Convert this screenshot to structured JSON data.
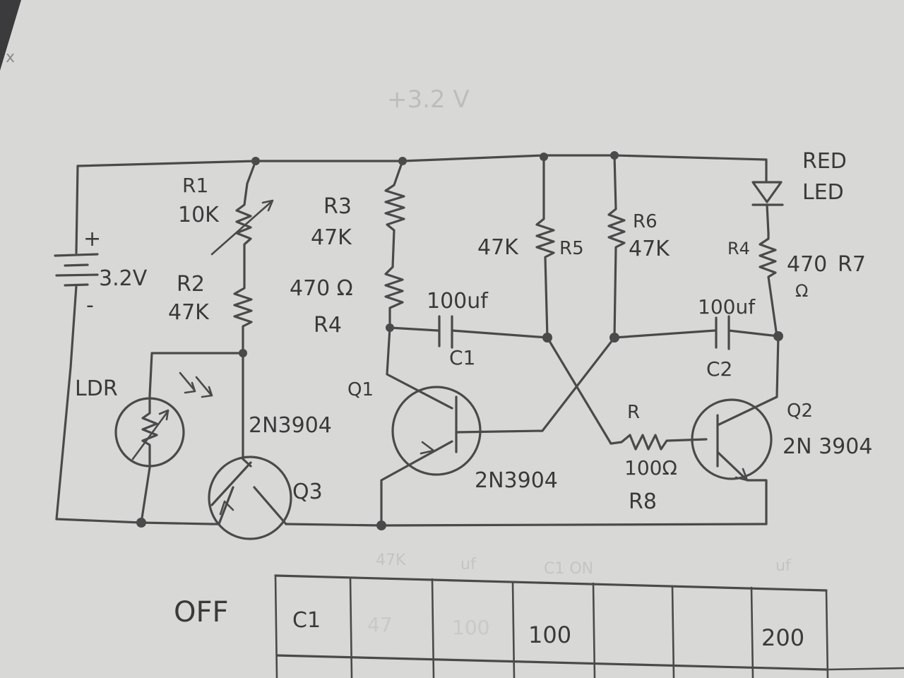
{
  "labels": {
    "ghost_top": "+3.2 V",
    "battery_plus": "+",
    "battery_minus": "-",
    "battery_voltage": "3.2V",
    "r1_name": "R1",
    "r1_value": "10K",
    "r2_name": "R2",
    "r2_value": "47K",
    "ldr": "LDR",
    "q3_part": "2N3904",
    "q3_name": "Q3",
    "r3_name": "R3",
    "r3_value": "47K",
    "r4_left_value": "470 Ω",
    "r4_left_name": "R4",
    "c1_value": "100uf",
    "c1_name": "C1",
    "q1_name": "Q1",
    "q1_part": "2N3904",
    "r5_value": "47K",
    "r5_name": "R5",
    "r6_name": "R6",
    "r6_value": "47K",
    "red_led_1": "RED",
    "red_led_2": "LED",
    "r4_right_name": "R4",
    "r7_value": "470",
    "r7_name": "R7",
    "r7_unit": "Ω",
    "c2_value": "100uf",
    "c2_name": "C2",
    "r8_top": "R",
    "r8_value": "100Ω",
    "r8_name": "R8",
    "q2_name": "Q2",
    "q2_part": "2N 3904"
  },
  "table": {
    "row_label": "OFF",
    "ghost_headers": [
      "47K",
      "uf",
      "C1 ON",
      "uf"
    ],
    "cells": [
      "C1",
      "47",
      "100",
      "100",
      "",
      "",
      "200"
    ]
  },
  "colors": {
    "paper": "#d8d8d6",
    "ink": "#4a4a4a",
    "pencil_ghost": "#b9b9b7",
    "background": "#3b3b3d"
  }
}
